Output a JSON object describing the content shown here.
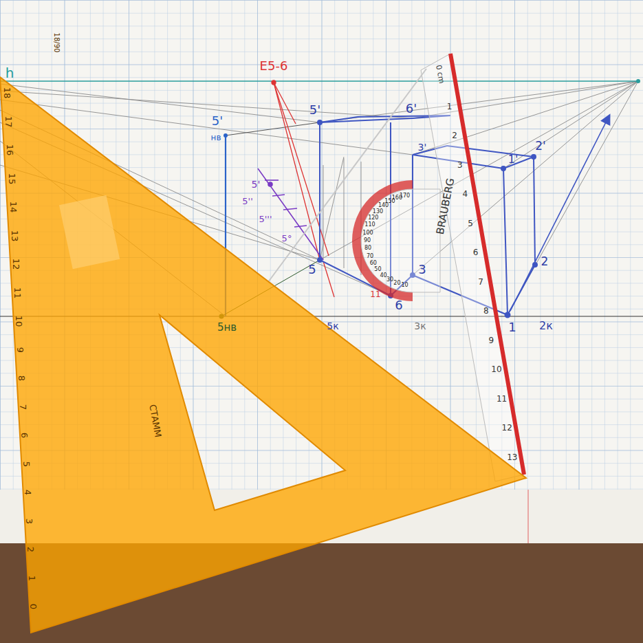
{
  "diagram": {
    "labels": [
      "h",
      "E5-6",
      "5'",
      "6'",
      "2'",
      "1'",
      "3'",
      "5'",
      "нв",
      "5",
      "6",
      "3",
      "1",
      "2",
      "5нв",
      "5к",
      "3к",
      "2к",
      "5'",
      "5''",
      "5'''",
      "5°",
      "11",
      "0 cm",
      "1",
      "2",
      "3",
      "4",
      "5",
      "6",
      "7",
      "8",
      "9",
      "10",
      "11",
      "12",
      "13",
      "BRAUBERG",
      "0",
      "1",
      "2",
      "3",
      "4",
      "5",
      "6",
      "7",
      "8",
      "9",
      "10",
      "11",
      "12",
      "13",
      "14",
      "15",
      "16",
      "17",
      "18",
      "18/90",
      "СТАММ",
      "10",
      "20",
      "30",
      "40",
      "50",
      "60",
      "70",
      "80",
      "90",
      "100",
      "110",
      "120",
      "130",
      "140",
      "150",
      "160",
      "170"
    ]
  }
}
